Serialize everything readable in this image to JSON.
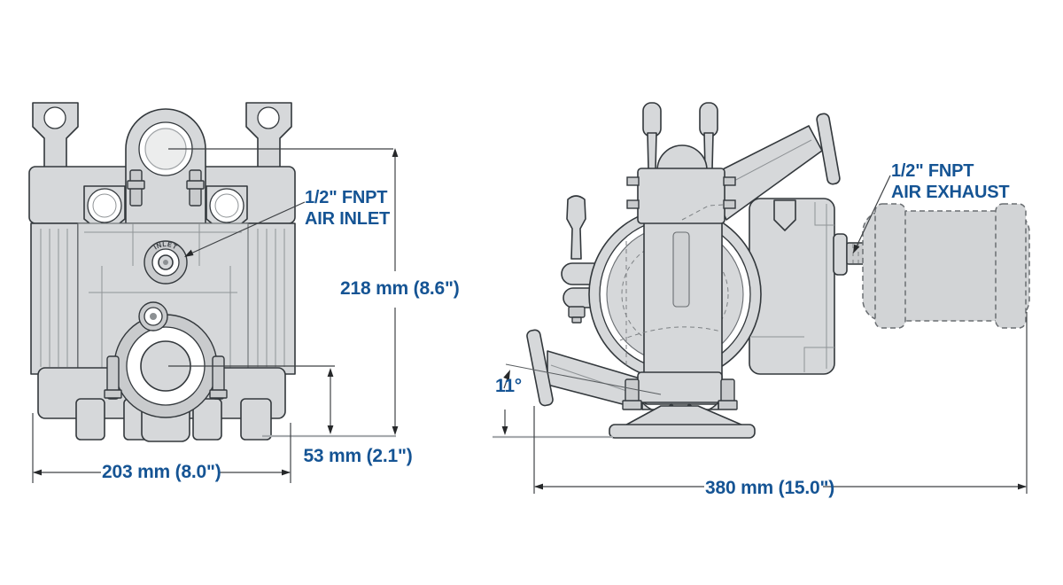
{
  "figure": {
    "title": "air-operated diaphragm pump dimensional drawing",
    "colors": {
      "accent": "#155494",
      "line": "#33383c",
      "body_fill": "#d6d8da",
      "baseline_gray": "#a7abae"
    }
  },
  "front_view": {
    "air_inlet_label": {
      "line1": "1/2\" FNPT",
      "line2": "AIR INLET"
    },
    "embossed_inlet_text": "INLET",
    "dim_height": "218 mm (8.6\")",
    "dim_bottom_port": "53 mm (2.1\")",
    "dim_width": "203 mm (8.0\")"
  },
  "side_view": {
    "air_exhaust_label": {
      "line1": "1/2\" FNPT",
      "line2": "AIR EXHAUST"
    },
    "dim_angle": "11°",
    "dim_length": "380 mm (15.0\")"
  }
}
